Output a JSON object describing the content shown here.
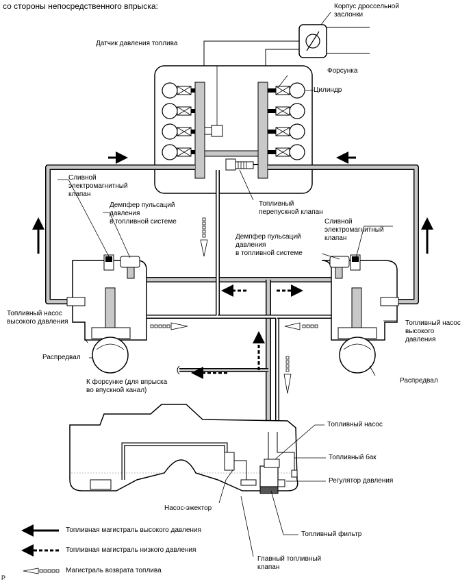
{
  "header": "со стороны непосредственного впрыска:",
  "labels": {
    "throttle_body": "Корпус дроссельной\nзаслонки",
    "fuel_pressure_sensor": "Датчик давления топлива",
    "injector": "Форсунка",
    "cylinder": "Цилиндр",
    "drain_valve_left": "Сливной\nэлектромагнитный\nклапан",
    "pulsation_damper_left": "Демпфер пульсаций\nдавления\nв топливной системе",
    "relief_valve": "Топливный\nперепускной клапан",
    "drain_valve_right": "Сливной\nэлектромагнитный\nклапан",
    "pulsation_damper_right": "Демпфер пульсаций\nдавления\nв топливной системе",
    "hp_pump_left": "Топливный насос\nвысокого давления",
    "hp_pump_right": "Топливный насос\nвысокого\nдавления",
    "camshaft_left": "Распредвал",
    "camshaft_right": "Распредвал",
    "port_injector": "К форсунке (для впрыска\nво впускной канал)",
    "fuel_pump": "Топливный насос",
    "fuel_tank": "Топливный бак",
    "pressure_regulator": "Регулятор давления",
    "jet_pump": "Насос-эжектор",
    "fuel_filter": "Топливный фильтр",
    "main_valve": "Главный топливный\nклапан"
  },
  "legend": {
    "high_pressure": "Топливная магистраль высокого давления",
    "low_pressure": "Топливная магистраль низкого давления",
    "return": "Магистраль возврата топлива"
  },
  "footer_mark": "P"
}
